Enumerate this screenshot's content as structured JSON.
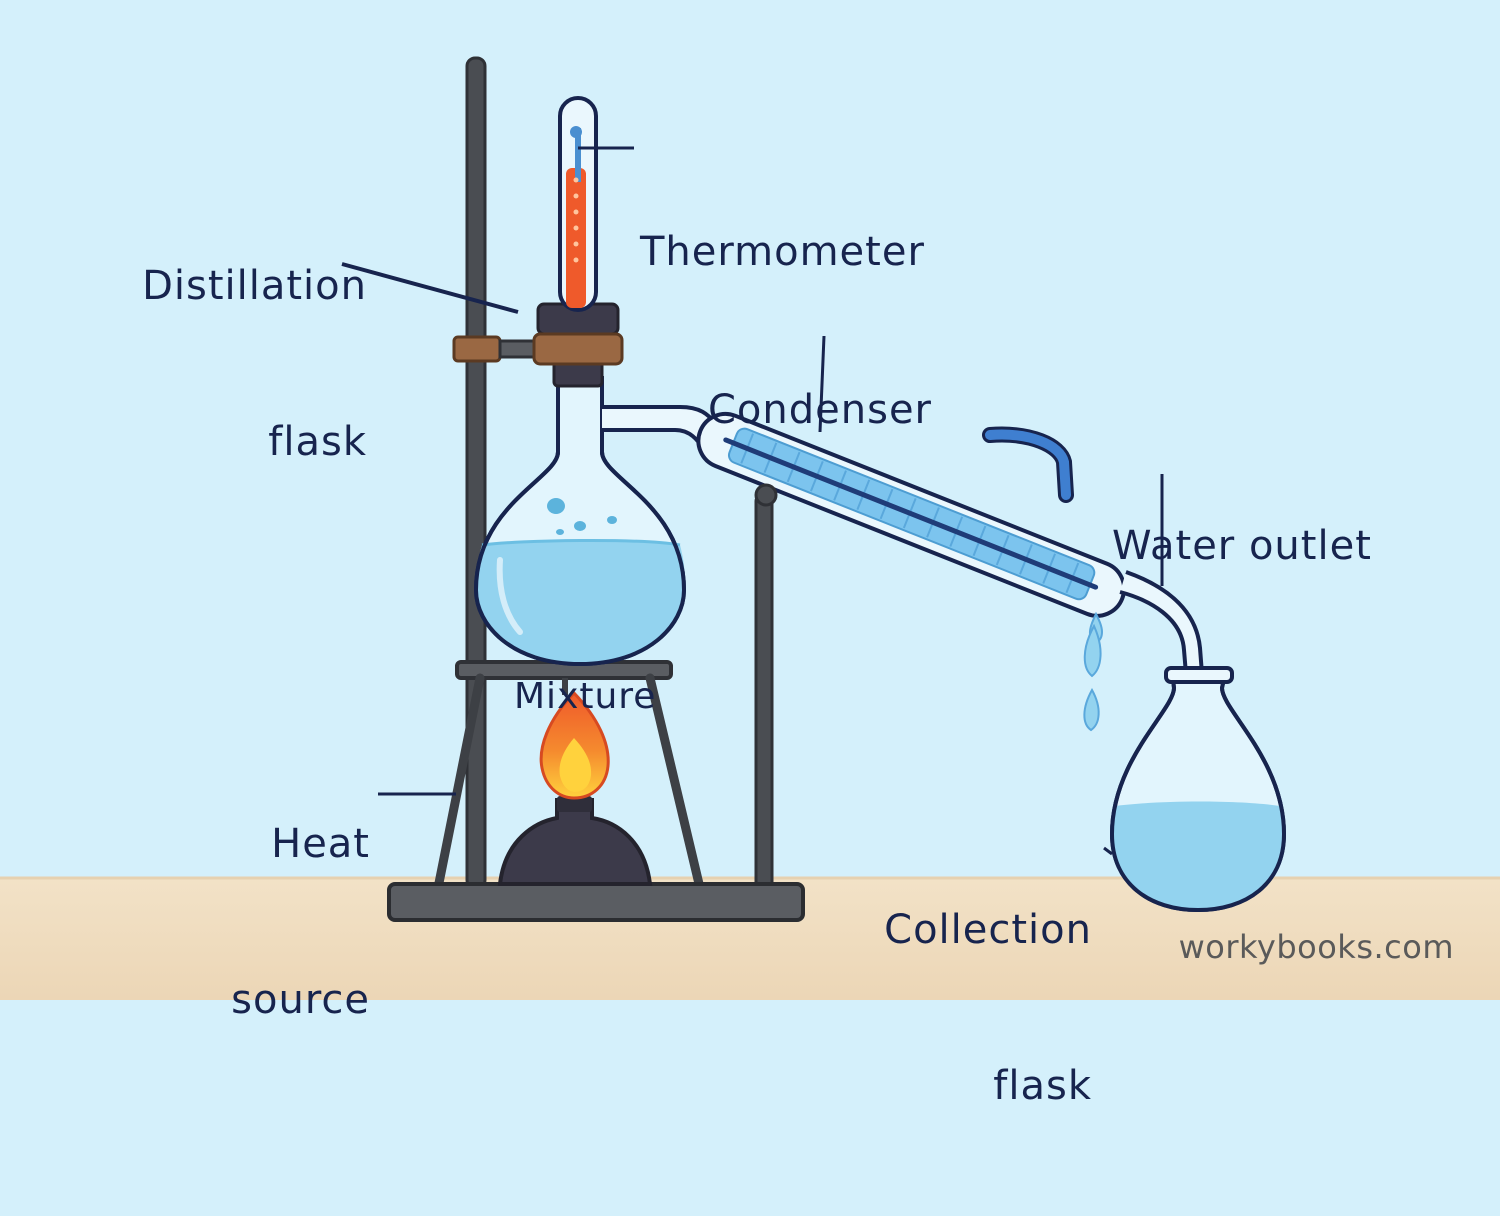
{
  "labels": {
    "thermometer": "Thermometer",
    "distillation_flask": [
      "Distillation",
      "flask"
    ],
    "condenser": "Condenser",
    "water_outlet": "Water outlet",
    "mixture": "Mixture",
    "heat_source": [
      "Heat",
      "source"
    ],
    "collection_flask": [
      "Collection",
      "flask"
    ]
  },
  "watermark": "workybooks.com",
  "colors": {
    "background": "#d4f0fb",
    "bench": "#f0dfc4",
    "label_text": "#17244e",
    "liquid": "#93d3ef",
    "stand_metal": "#4a4d52",
    "clamp": "#9a6843",
    "flame_outer": "#ef5a2b",
    "flame_inner": "#ffd23d",
    "condenser_jacket": "#7cc4ee"
  },
  "icons": [
    "flame-icon",
    "droplet-icon",
    "bubble-icon"
  ]
}
